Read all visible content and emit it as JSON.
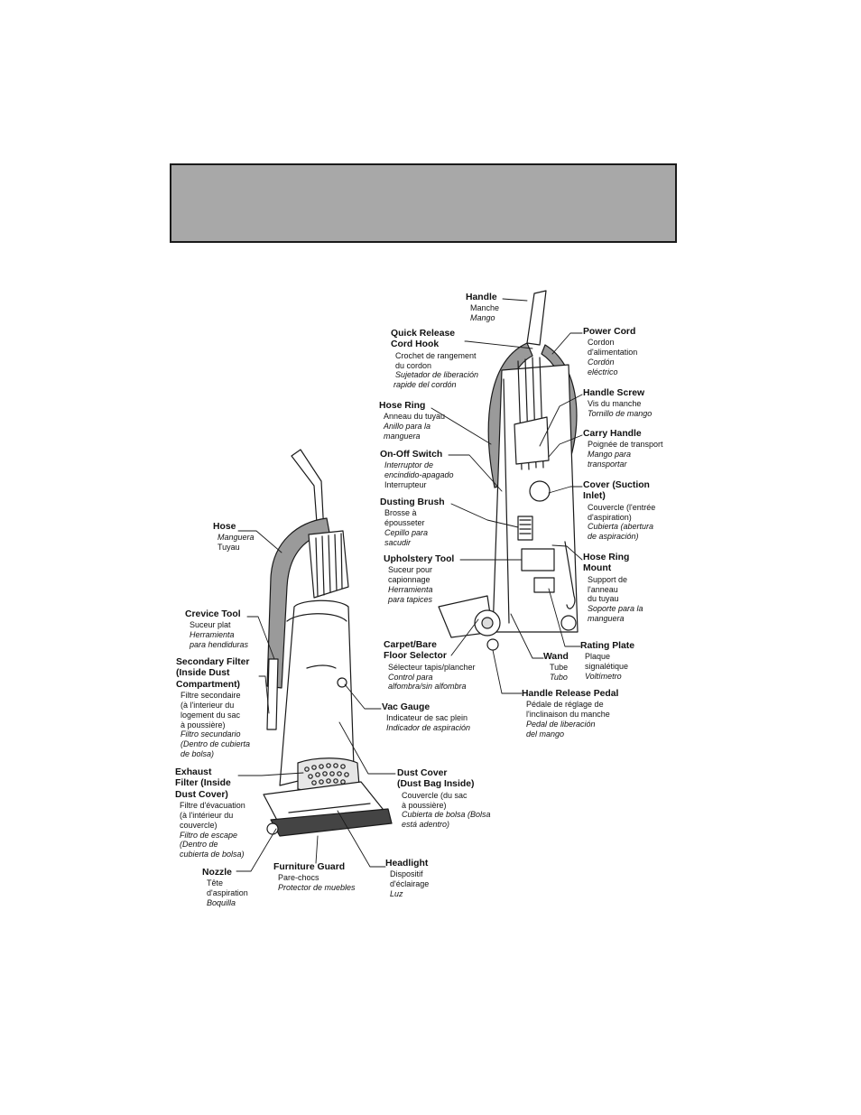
{
  "labels": {
    "handle": {
      "title": "Handle",
      "fr": "Manche",
      "es": "Mango"
    },
    "quick_release": {
      "title1": "Quick Release",
      "title2": "Cord Hook",
      "fr1": "Crochet de rangement",
      "fr2": "du cordon",
      "es1": "Sujetador de liberación",
      "es2": "rapide del cordón"
    },
    "hose_ring": {
      "title": "Hose Ring",
      "fr": "Anneau du tuyau",
      "es1": "Anillo para la",
      "es2": "manguera"
    },
    "on_off": {
      "title": "On-Off Switch",
      "es1": "Interruptor de",
      "es2": "encindido-apagado",
      "fr": "Interrupteur"
    },
    "dusting_brush": {
      "title": "Dusting Brush",
      "fr1": "Brosse à",
      "fr2": "épousseter",
      "es1": "Cepillo para",
      "es2": "sacudir"
    },
    "upholstery": {
      "title": "Upholstery Tool",
      "fr1": "Suceur pour",
      "fr2": "capionnage",
      "es1": "Herramienta",
      "es2": "para tapices"
    },
    "carpet_bare": {
      "title1": "Carpet/Bare",
      "title2": "Floor Selector",
      "fr": "Sélecteur tapis/plancher",
      "es1": "Control para",
      "es2": "alfombra/sin alfombra"
    },
    "wand": {
      "title": "Wand",
      "fr": "Tube",
      "es": "Tubo"
    },
    "power_cord": {
      "title": "Power Cord",
      "fr1": "Cordon",
      "fr2": "d'alimentation",
      "es1": "Cordón",
      "es2": "eléctrico"
    },
    "handle_screw": {
      "title": "Handle Screw",
      "fr": "Vis du manche",
      "es": "Tornillo de mango"
    },
    "carry_handle": {
      "title": "Carry Handle",
      "fr": "Poignée de transport",
      "es1": "Mango para",
      "es2": "transportar"
    },
    "cover_suction": {
      "title1": "Cover (Suction",
      "title2": "Inlet)",
      "fr1": "Couvercle (l'entrée",
      "fr2": "d'aspiration)",
      "es1": "Cubierta (abertura",
      "es2": "de aspiración)"
    },
    "hose_ring_mount": {
      "title1": "Hose Ring",
      "title2": "Mount",
      "fr1": "Support de",
      "fr2": "l'anneau",
      "fr3": "du tuyau",
      "es1": "Soporte para la",
      "es2": "manguera"
    },
    "rating_plate": {
      "title": "Rating Plate",
      "fr1": "Plaque",
      "fr2": "signalétique",
      "es": "Voltímetro"
    },
    "handle_release": {
      "title": "Handle Release Pedal",
      "fr1": "Pédale de réglage de",
      "fr2": "l'inclinaison du manche",
      "es1": "Pedal de liberación",
      "es2": "del mango"
    },
    "hose": {
      "title": "Hose",
      "es": "Manguera",
      "fr": "Tuyau"
    },
    "crevice": {
      "title": "Crevice Tool",
      "fr": "Suceur plat",
      "es1": "Herramienta",
      "es2": "para hendiduras"
    },
    "secondary": {
      "title1": "Secondary Filter",
      "title2": "(Inside Dust",
      "title3": "Compartment)",
      "fr1": "Filtre secondaire",
      "fr2": "(à l'interieur du",
      "fr3": "logement du sac",
      "fr4": "à poussière)",
      "es1": "Filtro secundario",
      "es2": "(Dentro de cubierta",
      "es3": "de bolsa)"
    },
    "vac_gauge": {
      "title": "Vac Gauge",
      "fr": "Indicateur de sac plein",
      "es": "Indicador de aspiración"
    },
    "exhaust": {
      "title1": "Exhaust",
      "title2": "Filter (Inside",
      "title3": "Dust Cover)",
      "fr1": "Filtre d'évacuation",
      "fr2": "(à l'intérieur du",
      "fr3": "couvercle)",
      "es1": "Filtro de escape",
      "es2": "(Dentro de",
      "es3": "cubierta de bolsa)"
    },
    "dust_cover": {
      "title1": "Dust Cover",
      "title2": "(Dust Bag Inside)",
      "fr1": "Couvercle (du sac",
      "fr2": "à poussière)",
      "es1": "Cubierta de bolsa (Bolsa",
      "es2": "está adentro)"
    },
    "nozzle": {
      "title": "Nozzle",
      "fr1": "Tête",
      "fr2": "d'aspiration",
      "es": "Boquilla"
    },
    "furniture_guard": {
      "title": "Furniture Guard",
      "fr": "Pare-chocs",
      "es": "Protector de muebles"
    },
    "headlight": {
      "title": "Headlight",
      "fr1": "Dispositif",
      "fr2": "d'éclairage",
      "es": "Luz"
    }
  }
}
